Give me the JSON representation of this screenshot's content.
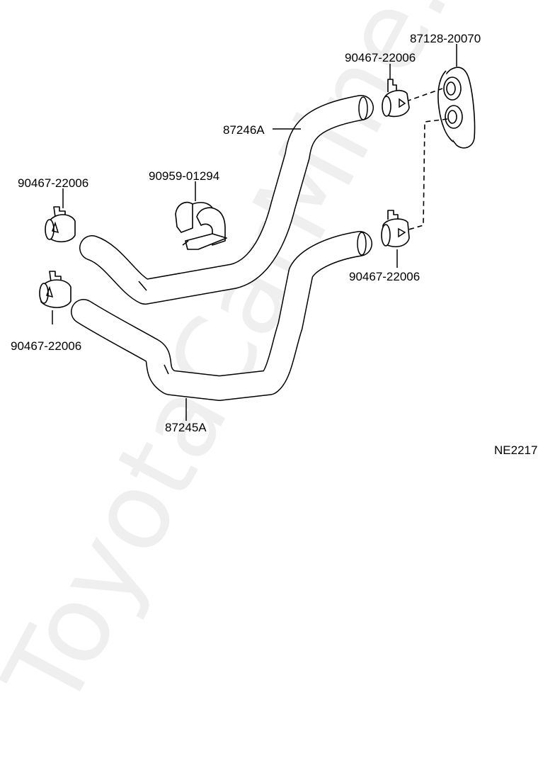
{
  "watermark": "ToyotaCarMine.ru",
  "diagram_code": "NE2217",
  "labels": {
    "grommet": "87128-20070",
    "clamp_top": "90467-22006",
    "hose_upper": "87246A",
    "clamp_left_upper": "90467-22006",
    "clip": "90959-01294",
    "clamp_right_lower": "90467-22006",
    "clamp_left_lower": "90467-22006",
    "hose_lower": "87245A"
  }
}
